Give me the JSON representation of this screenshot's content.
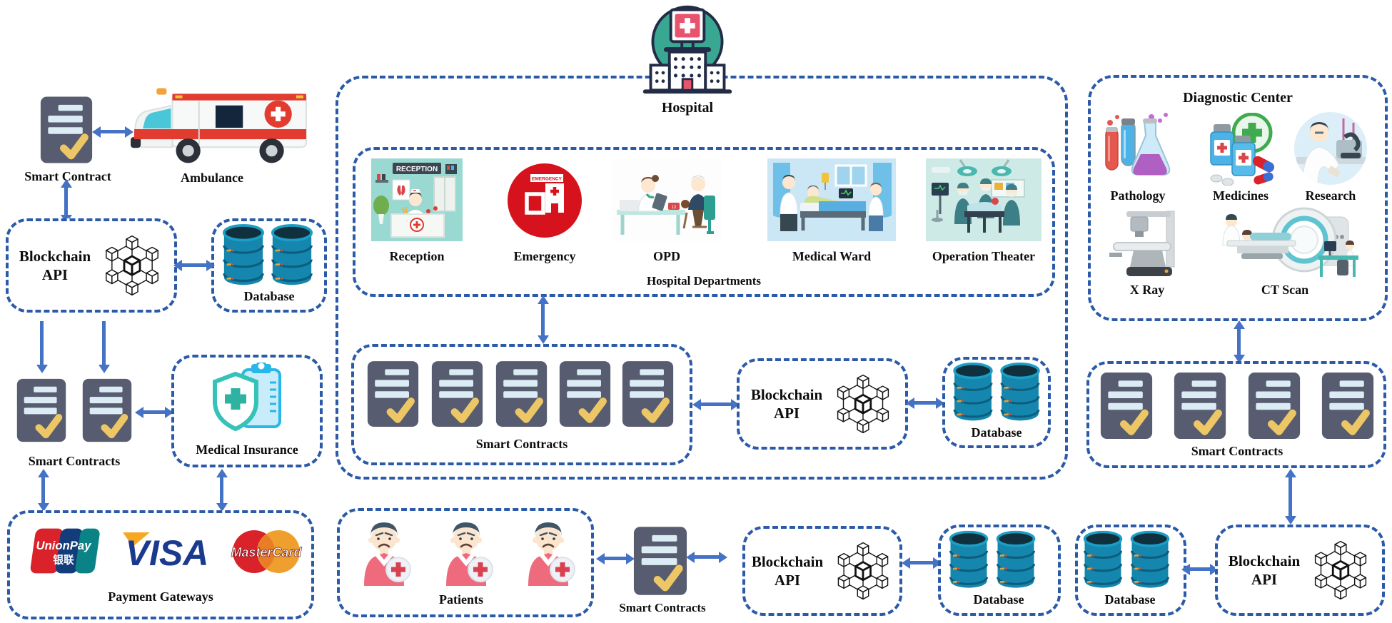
{
  "colors": {
    "box_border": "#2b5aa8",
    "arrow": "#4472c4",
    "contract_body": "#575c70",
    "contract_lines": "#dcecf4",
    "contract_check": "#edc765",
    "database_teal": "#1587ae",
    "database_top": "#10303e",
    "hospital_teal": "#3aa793",
    "emergency_red": "#d6131c",
    "insurance_teal": "#35c2b9",
    "clipboard_blue": "#29b6e8",
    "patient_shirt": "#ee6b7e",
    "visa_blue": "#1a3a8f",
    "mastercard_red": "#d9222a",
    "mastercard_orange": "#ee9f2d"
  },
  "left": {
    "smart_contract": "Smart Contract",
    "ambulance": "Ambulance",
    "blockchain": "Blockchain",
    "api": "API",
    "database": "Database",
    "smart_contracts": "Smart Contracts",
    "medical_insurance": "Medical Insurance",
    "payment_gateways": "Payment Gateways",
    "unionpay": "UnionPay",
    "unionpay_cn": "银联",
    "visa": "VISA",
    "mastercard": "MasterCard"
  },
  "hospital": {
    "title": "Hospital",
    "reception_sign": "RECEPTION",
    "emergency_sign": "EMERGENCY",
    "departments": [
      "Reception",
      "Emergency",
      "OPD",
      "Medical Ward",
      "Operation Theater"
    ],
    "departments_caption": "Hospital Departments",
    "smart_contracts": "Smart Contracts",
    "blockchain": "Blockchain",
    "api": "API",
    "database": "Database"
  },
  "diagnostic": {
    "title": "Diagnostic Center",
    "items": [
      "Pathology",
      "Medicines",
      "Research",
      "X Ray",
      "CT Scan"
    ],
    "smart_contracts": "Smart Contracts"
  },
  "bottom": {
    "patients": "Patients",
    "smart_contracts": "Smart Contracts",
    "blockchain": "Blockchain",
    "api": "API",
    "database_1": "Database",
    "database_2": "Database",
    "blockchain_right": "Blockchain",
    "api_right": "API"
  }
}
